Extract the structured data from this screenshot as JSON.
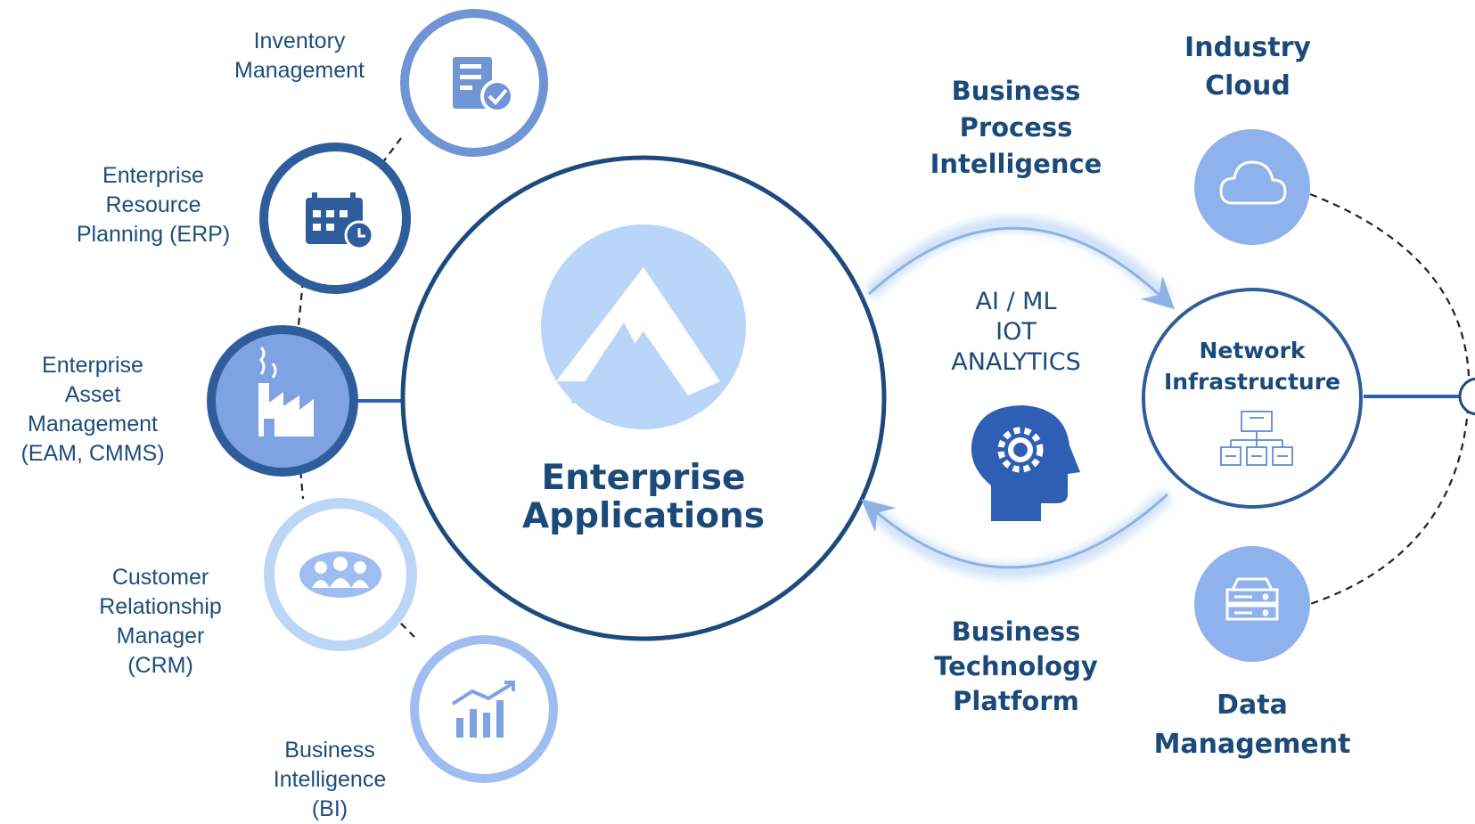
{
  "center": {
    "title_line1": "Enterprise",
    "title_line2": "Applications",
    "logo_icon": "enterprise-logo-icon"
  },
  "left_modules": [
    {
      "lines": [
        "Inventory",
        "Management"
      ],
      "icon": "checklist-icon"
    },
    {
      "lines": [
        "Enterprise",
        "Resource",
        "Planning (ERP)"
      ],
      "icon": "calendar-clock-icon"
    },
    {
      "lines": [
        "Enterprise",
        "Asset",
        "Management",
        "(EAM, CMMS)"
      ],
      "icon": "factory-icon"
    },
    {
      "lines": [
        "Customer",
        "Relationship",
        "Manager",
        "(CRM)"
      ],
      "icon": "people-group-icon"
    },
    {
      "lines": [
        "Business",
        "Intelligence",
        "(BI)"
      ],
      "icon": "bar-chart-trend-icon"
    }
  ],
  "cycle": {
    "top_label": [
      "Business",
      "Process",
      "Intelligence"
    ],
    "middle_label": [
      "AI / ML",
      "IOT",
      "ANALYTICS"
    ],
    "bottom_label": [
      "Business",
      "Technology",
      "Platform"
    ],
    "center_icon": "head-gear-icon"
  },
  "right_nodes": {
    "top": {
      "lines": [
        "Industry",
        "Cloud"
      ],
      "icon": "cloud-icon"
    },
    "middle": {
      "lines": [
        "Network",
        "Infrastructure"
      ],
      "icon": "network-hierarchy-icon"
    },
    "bottom": {
      "lines": [
        "Data",
        "Management"
      ],
      "icon": "server-icon"
    }
  },
  "colors": {
    "navy": "#1d4a7e",
    "dark_blue": "#2f5d9c",
    "mid_blue": "#6f95d4",
    "light_blue": "#9fbdf0",
    "pale_blue": "#bcd6f7",
    "text_blue": "#1e4d7b"
  }
}
